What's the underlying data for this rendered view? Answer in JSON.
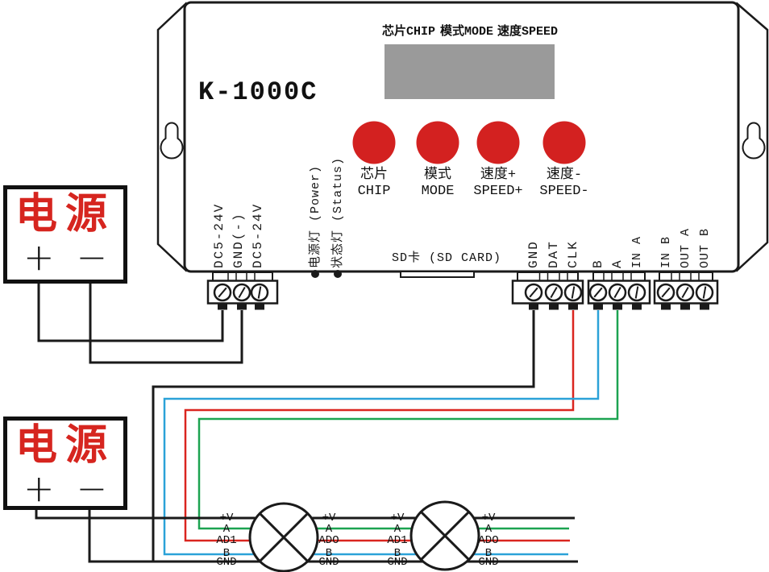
{
  "colors": {
    "wire_black": "#1a1a1a",
    "wire_red": "#da251f",
    "wire_green": "#1ca351",
    "wire_blue": "#2ba2d8",
    "button_red": "#d32120",
    "display_gray": "#9a9a9a",
    "power_red": "#d6251f"
  },
  "controller": {
    "model": "K-1000C",
    "header_labels": [
      "芯片CHIP",
      "模式MODE",
      "速度SPEED"
    ],
    "buttons": [
      {
        "cn": "芯片",
        "en": "CHIP"
      },
      {
        "cn": "模式",
        "en": "MODE"
      },
      {
        "cn": "速度+",
        "en": "SPEED+"
      },
      {
        "cn": "速度-",
        "en": "SPEED-"
      }
    ],
    "power_terminal_labels": [
      "DC5-24V",
      "GND(-)",
      "DC5-24V"
    ],
    "led_labels": [
      "电源灯 (Power)",
      "状态灯 (Status)"
    ],
    "sd_label": "SD卡 (SD CARD)",
    "signal_terminal_labels": [
      "GND",
      "DAT",
      "CLK",
      "B",
      "A",
      "IN A",
      "IN B",
      "OUT A",
      "OUT B"
    ]
  },
  "power_supplies": [
    {
      "name": "电源",
      "plus": "+",
      "minus": "−"
    },
    {
      "name": "电源",
      "plus": "+",
      "minus": "−"
    }
  ],
  "pixel_chain": {
    "wire_labels": [
      [
        "+V",
        "A",
        "AD1",
        "B",
        "GND"
      ],
      [
        "+V",
        "A",
        "ADO",
        "B",
        "GND"
      ],
      [
        "+V",
        "A",
        "AD1",
        "B",
        "GND"
      ],
      [
        "+V",
        "A",
        "ADO",
        "B",
        "GND"
      ]
    ]
  }
}
